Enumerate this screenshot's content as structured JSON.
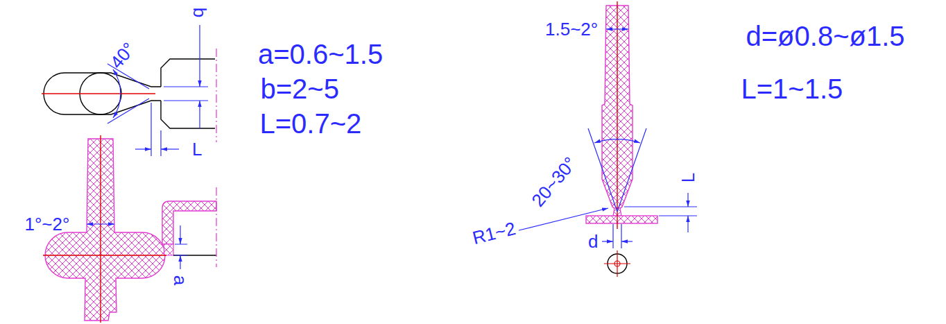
{
  "diagram": {
    "labels": [
      "40°",
      "b",
      "a=0.6~1.5",
      "b=2~5",
      "L=0.7~2",
      "L",
      "1°~2°",
      "a",
      "1.5~2°",
      "d=ø0.8~ø1.5",
      "L=1~1.5",
      "20~30°",
      "L",
      "R1~2",
      "d"
    ]
  }
}
